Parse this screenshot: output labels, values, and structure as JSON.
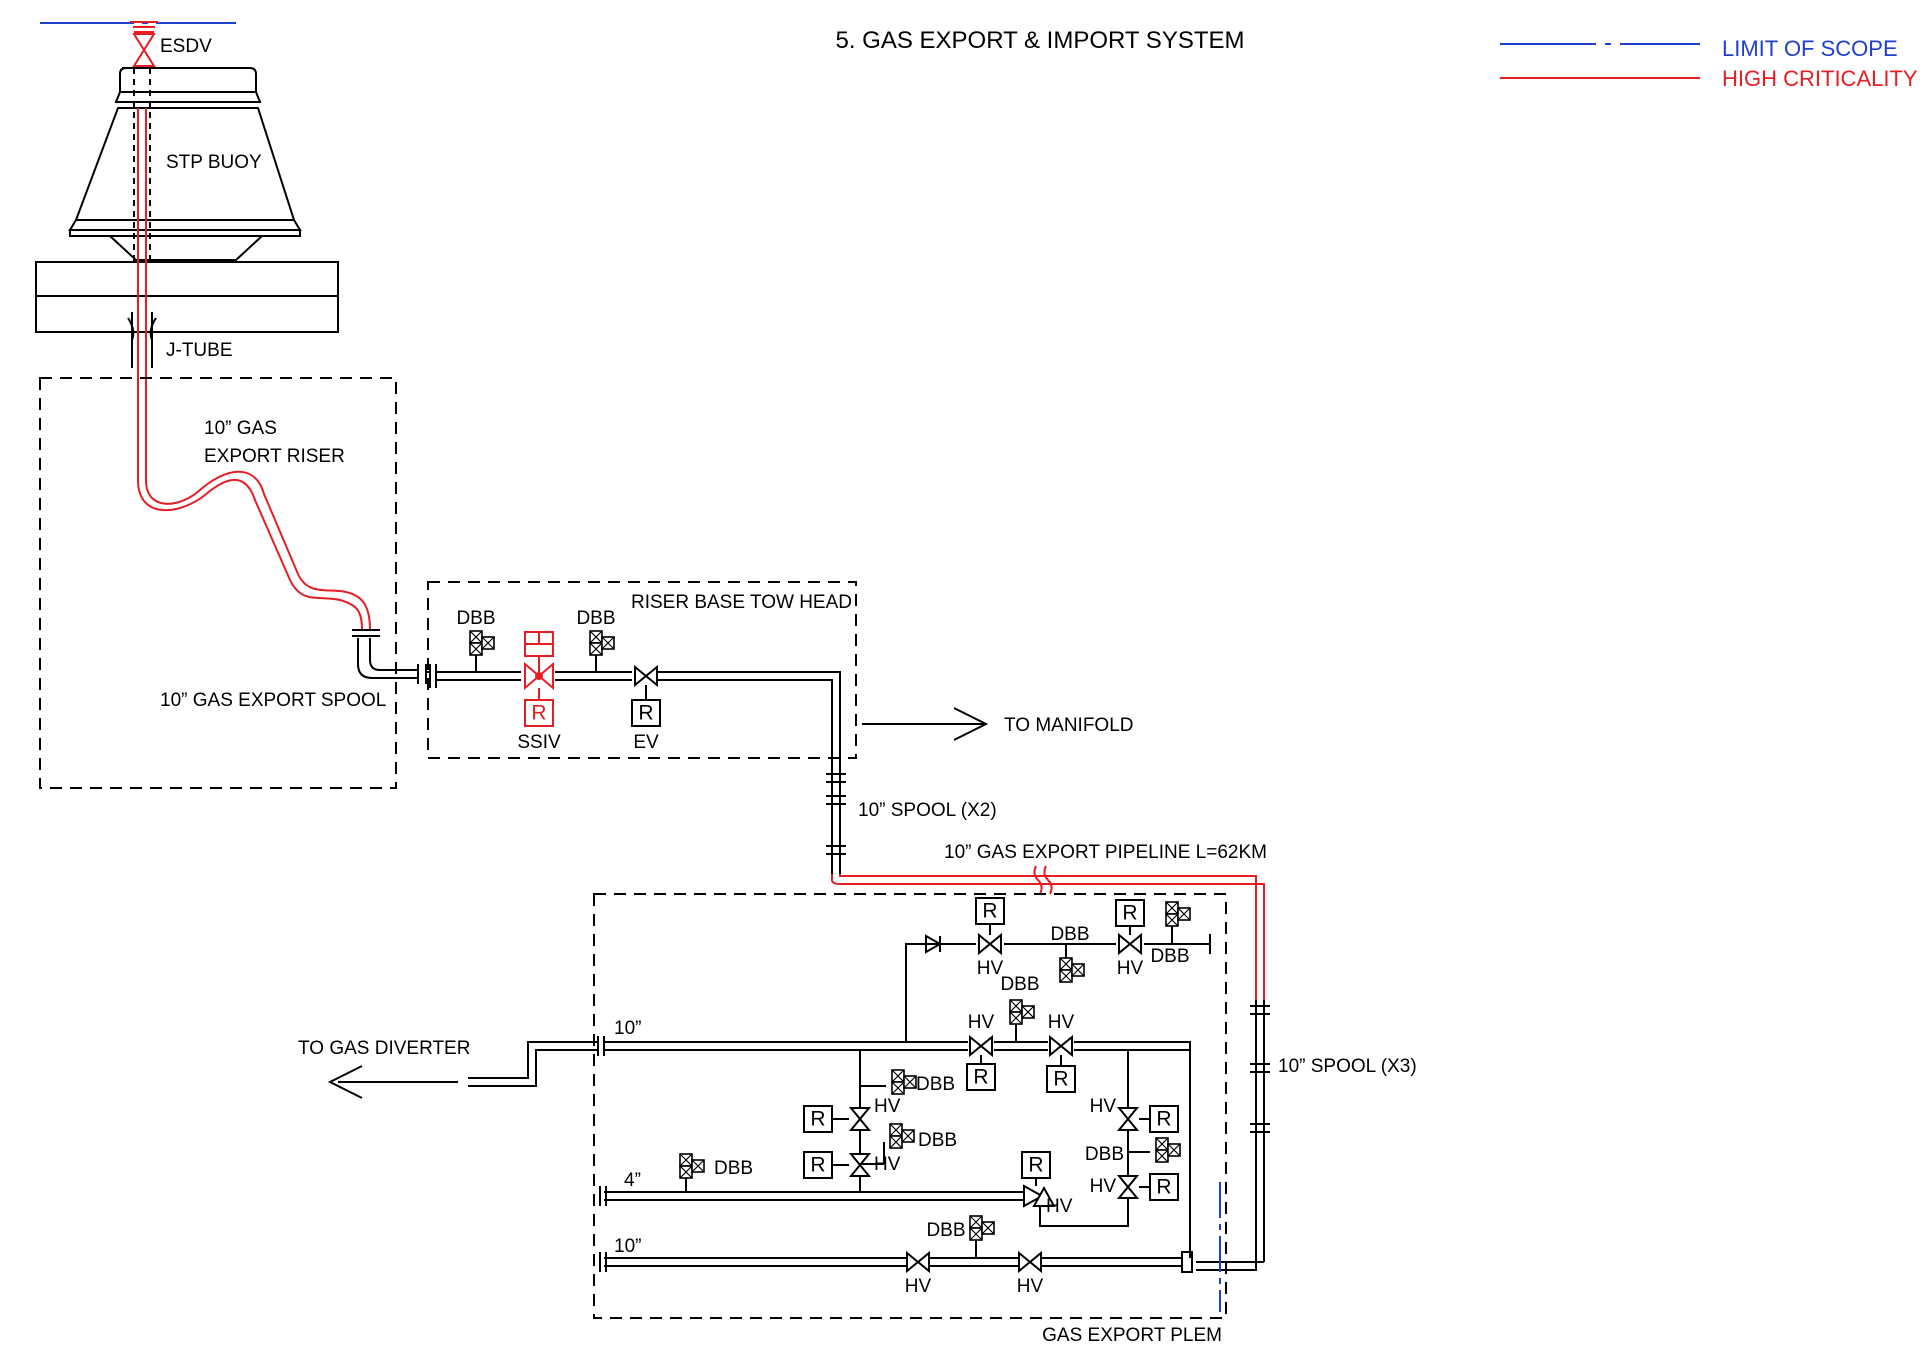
{
  "title": "5. GAS EXPORT & IMPORT SYSTEM",
  "legend": {
    "limit_of_scope": "LIMIT OF SCOPE",
    "high_criticality": "HIGH CRITICALITY",
    "limit_color": "#1f3fcf",
    "criticality_color": "#e31e24"
  },
  "labels": {
    "esdv": "ESDV",
    "stp_buoy": "STP BUOY",
    "j_tube": "J-TUBE",
    "riser_line1": "10” GAS",
    "riser_line2": "EXPORT RISER",
    "export_spool": "10” GAS EXPORT SPOOL",
    "riser_base": "RISER BASE TOW HEAD",
    "dbb": "DBB",
    "ssiv": "SSIV",
    "ev": "EV",
    "hv": "HV",
    "r": "R",
    "to_manifold": "TO MANIFOLD",
    "spool_x2": "10” SPOOL (X2)",
    "pipeline": "10” GAS EXPORT PIPELINE L=62KM",
    "spool_x3": "10” SPOOL (X3)",
    "to_gas_diverter": "TO GAS DIVERTER",
    "size_10": "10”",
    "size_4": "4”",
    "plem": "GAS EXPORT PLEM"
  }
}
